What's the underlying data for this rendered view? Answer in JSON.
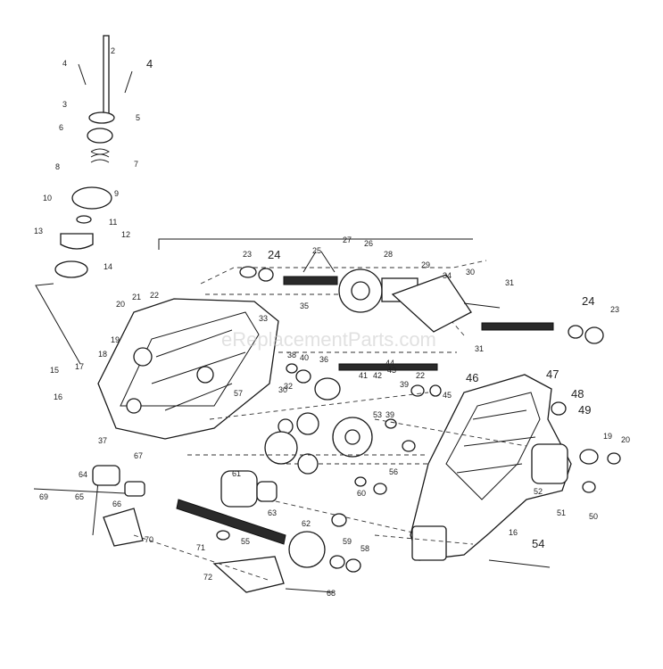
{
  "watermark": "eReplacementParts.com",
  "callouts": [
    "2",
    "3",
    "4",
    "4",
    "5",
    "6",
    "7",
    "8",
    "9",
    "10",
    "11",
    "12",
    "13",
    "14",
    "15",
    "16",
    "16",
    "17",
    "18",
    "19",
    "19",
    "20",
    "20",
    "21",
    "22",
    "22",
    "23",
    "23",
    "24",
    "24",
    "25",
    "26",
    "27",
    "28",
    "29",
    "30",
    "30",
    "31",
    "31",
    "32",
    "33",
    "34",
    "35",
    "36",
    "37",
    "38",
    "39",
    "39",
    "40",
    "41",
    "42",
    "43",
    "44",
    "45",
    "46",
    "47",
    "48",
    "49",
    "50",
    "51",
    "52",
    "53",
    "54",
    "55",
    "56",
    "57",
    "58",
    "59",
    "60",
    "61",
    "62",
    "63",
    "64",
    "65",
    "66",
    "67",
    "68",
    "69",
    "70",
    "71",
    "72"
  ]
}
